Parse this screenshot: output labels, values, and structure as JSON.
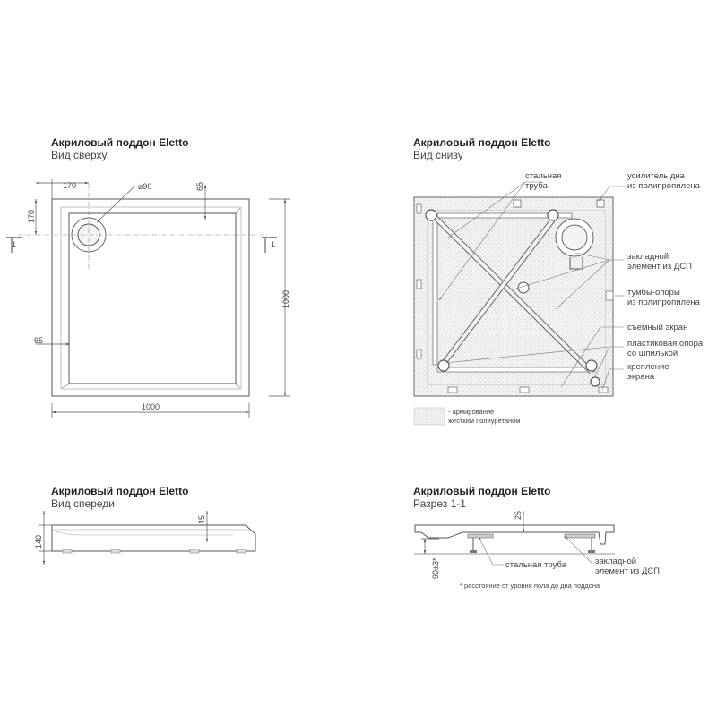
{
  "views": {
    "top": {
      "title": "Акриловый поддон Eletto",
      "subtitle": "Вид сверху"
    },
    "bottom": {
      "title": "Акриловый поддон Eletto",
      "subtitle": "Вид снизу"
    },
    "front": {
      "title": "Акриловый поддон Eletto",
      "subtitle": "Вид спереди"
    },
    "section": {
      "title": "Акриловый поддон Eletto",
      "subtitle": "Разрез 1-1"
    }
  },
  "top_view": {
    "dim_offset_x": "170",
    "dim_drain_diameter": "⌀90",
    "dim_rim_top": "65",
    "dim_offset_y": "170",
    "dim_height": "1000",
    "dim_rim_side": "65",
    "dim_width": "1000",
    "section_mark_left": "1",
    "section_mark_right": "1"
  },
  "bottom_view": {
    "labels": {
      "steel_pipe_1": "стальная",
      "steel_pipe_2": "труба",
      "reinforcer_1": "усилитель дна",
      "reinforcer_2": "из полипропилена",
      "insert_1": "закладной",
      "insert_2": "элемент из ДСП",
      "support_1": "тумбы-опоры",
      "support_2": "из полипропилена",
      "screen": "съемный экран",
      "plastic_support_1": "пластиковая опора",
      "plastic_support_2": "со шпилькой",
      "screen_mount_1": "крепление",
      "screen_mount_2": "экрана"
    },
    "legend_1": "- армирование",
    "legend_2": "жестким полиуретаном"
  },
  "front_view": {
    "dim_depth": "45",
    "dim_height": "140"
  },
  "section_view": {
    "dim_rim": "25",
    "dim_floor": "90±3*",
    "label_pipe": "стальная труба",
    "label_insert_1": "закладной",
    "label_insert_2": "элемент из ДСП",
    "footnote": "* расстояние от уровня пола до дна поддона"
  }
}
